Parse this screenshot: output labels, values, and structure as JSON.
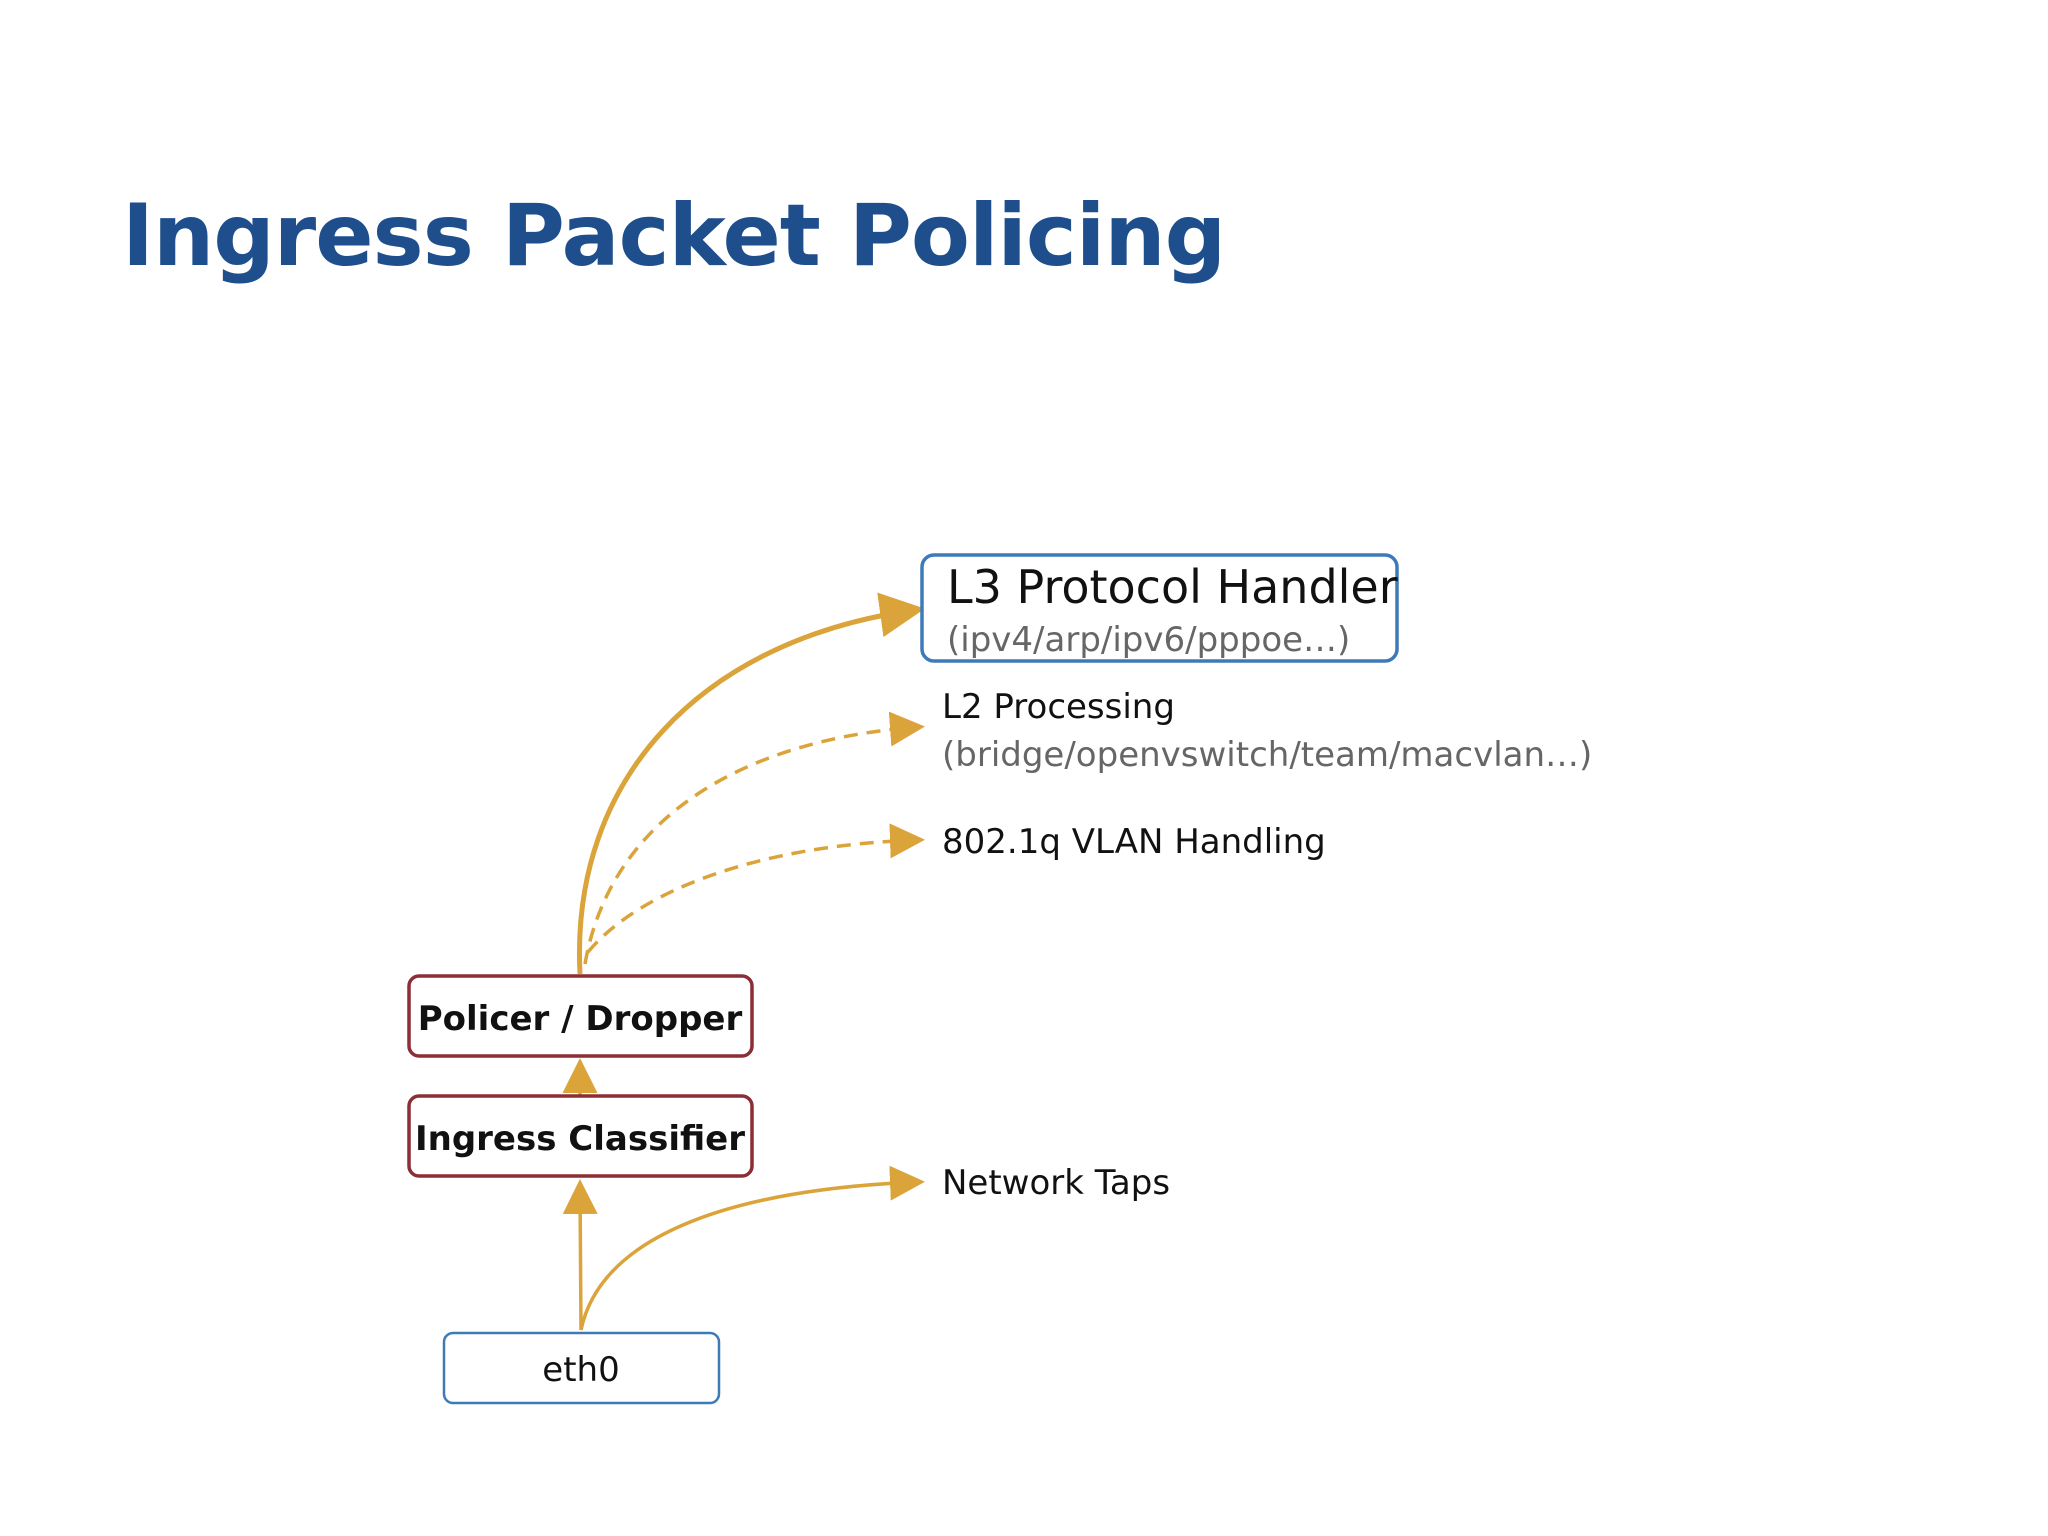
{
  "title": "Ingress Packet Policing",
  "nodes": {
    "l3": {
      "label": "L3 Protocol Handler",
      "sublabel": "(ipv4/arp/ipv6/pppoe…)"
    },
    "l2": {
      "label": "L2 Processing",
      "sublabel": "(bridge/openvswitch/team/macvlan…)"
    },
    "vlan": {
      "label": "802.1q VLAN Handling"
    },
    "policer": {
      "label": "Policer / Dropper"
    },
    "classifier": {
      "label": "Ingress Classifier"
    },
    "taps": {
      "label": "Network Taps"
    },
    "eth0": {
      "label": "eth0"
    }
  },
  "colors": {
    "title": "#1f4e8c",
    "arrow": "#dba43a",
    "l3_border": "#3d7ab8",
    "eth0_border": "#3d7ab8",
    "red_border": "#8b2e35"
  }
}
